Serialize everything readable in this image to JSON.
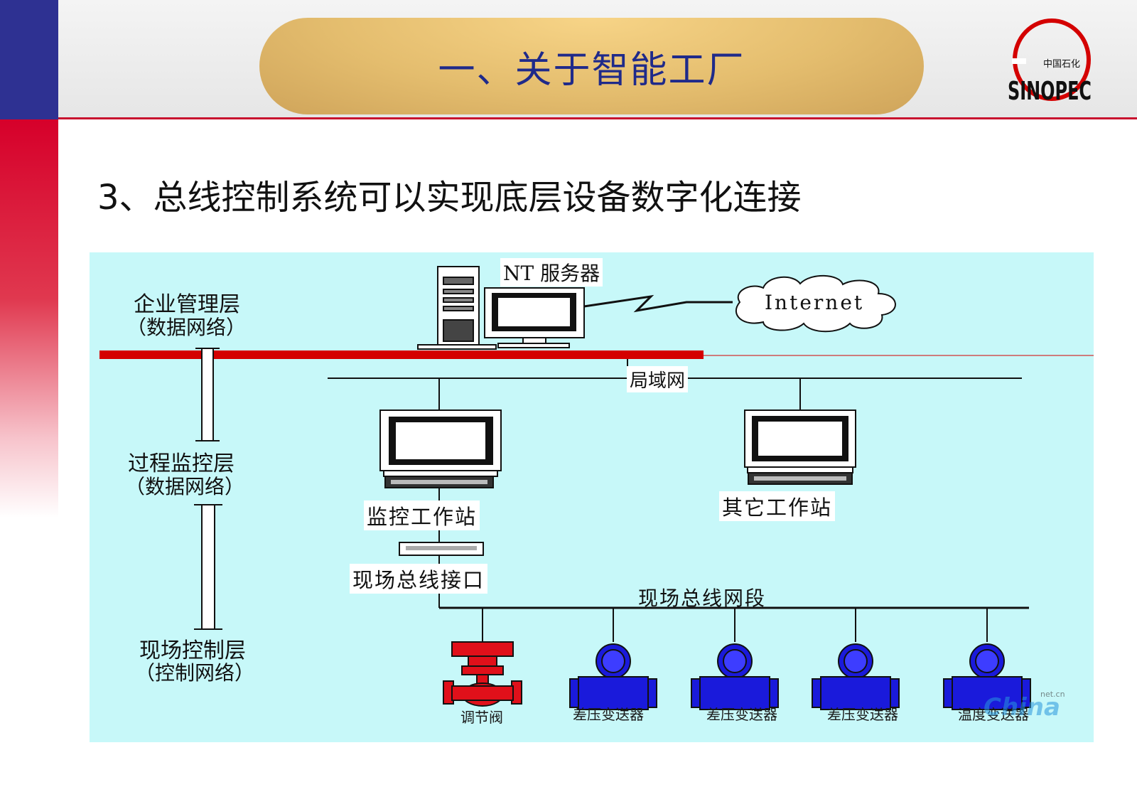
{
  "slide": {
    "title": "一、关于智能工厂",
    "subtitle": "3、总线控制系统可以实现底层设备数字化连接"
  },
  "logo": {
    "chinese_text": "中国石化",
    "brand_text": "SINOPEC"
  },
  "diagram": {
    "layers": {
      "enterprise": {
        "name": "企业管理层",
        "network": "（数据网络）"
      },
      "process": {
        "name": "过程监控层",
        "network": "（数据网络）"
      },
      "field": {
        "name": "现场控制层",
        "network": "（控制网络）"
      }
    },
    "nodes": {
      "server": "NT 服务器",
      "internet": "Internet",
      "lan": "局域网",
      "monitor_station": "监控工作站",
      "other_station": "其它工作站",
      "fieldbus_interface": "现场总线接口",
      "fieldbus_segment": "现场总线网段"
    },
    "devices": [
      {
        "label": "调节阀",
        "type": "valve"
      },
      {
        "label": "差压变送器",
        "type": "transmitter"
      },
      {
        "label": "差压变送器",
        "type": "transmitter"
      },
      {
        "label": "差压变送器",
        "type": "transmitter"
      },
      {
        "label": "温度变送器",
        "type": "transmitter"
      }
    ],
    "colors": {
      "background": "#c7f8f9",
      "enterprise_line": "#d40000",
      "transmitter": "#1a1adb",
      "valve": "#e0101a"
    }
  },
  "watermark": {
    "text": "China",
    "sub": "net.cn"
  }
}
